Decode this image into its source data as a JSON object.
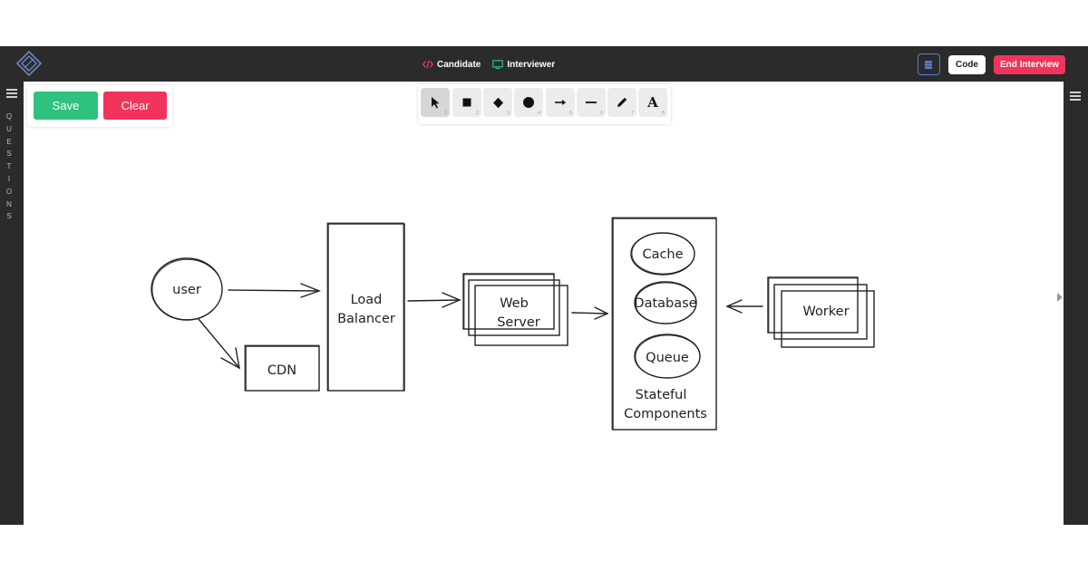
{
  "header": {
    "modes": [
      {
        "label": "Candidate",
        "icon": "code-icon",
        "color": "#f0345c"
      },
      {
        "label": "Interviewer",
        "icon": "monitor-icon",
        "color": "#2ec27e"
      }
    ],
    "code_label": "Code",
    "end_label": "End Interview"
  },
  "sidebar": {
    "questions_letters": [
      "Q",
      "U",
      "E",
      "S",
      "T",
      "I",
      "O",
      "N",
      "S"
    ]
  },
  "actions": {
    "save_label": "Save",
    "clear_label": "Clear"
  },
  "toolbar": {
    "tools": [
      {
        "name": "select",
        "icon": "cursor-icon",
        "key": "1",
        "active": true
      },
      {
        "name": "rectangle",
        "icon": "square-icon",
        "key": "2"
      },
      {
        "name": "diamond",
        "icon": "diamond-icon",
        "key": "3"
      },
      {
        "name": "ellipse",
        "icon": "circle-icon",
        "key": "4"
      },
      {
        "name": "arrow",
        "icon": "arrow-icon",
        "key": "5"
      },
      {
        "name": "line",
        "icon": "line-icon",
        "key": "6"
      },
      {
        "name": "draw",
        "icon": "pencil-icon",
        "key": "7"
      },
      {
        "name": "text",
        "icon": "text-icon",
        "glyph": "A",
        "key": "8"
      }
    ]
  },
  "diagram": {
    "user": "user",
    "cdn": "CDN",
    "load_balancer": [
      "Load",
      "Balancer"
    ],
    "web_server": [
      "Web",
      "Server"
    ],
    "cache": "Cache",
    "database": "Database",
    "queue": "Queue",
    "stateful": [
      "Stateful",
      "Components"
    ],
    "worker": "Worker"
  },
  "colors": {
    "chrome": "#2b2b2b",
    "save": "#2ec27e",
    "danger": "#f0345c",
    "accent": "#5b7fd6"
  }
}
